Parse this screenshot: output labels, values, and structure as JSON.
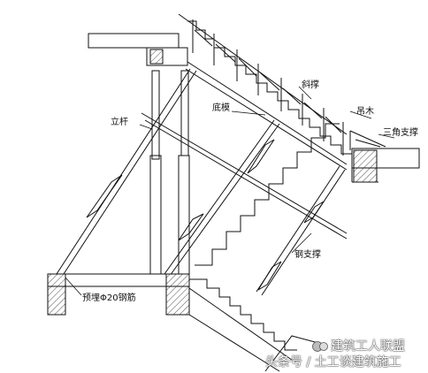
{
  "labels": {
    "diagonal_brace": "斜撑",
    "suspended_timber": "吊木",
    "triangle_brace": "三角支撑",
    "vertical_pole": "立杆",
    "bottom_formwork": "底模",
    "steel_brace": "钢支撑",
    "embedded_rebar": "预埋Φ20钢筋"
  },
  "watermark": {
    "line1": "建筑工人联盟",
    "line2": "头条号 / 土工谈建筑施工"
  },
  "colors": {
    "line": "#111111",
    "hatch": "#222222",
    "background": "#ffffff"
  }
}
